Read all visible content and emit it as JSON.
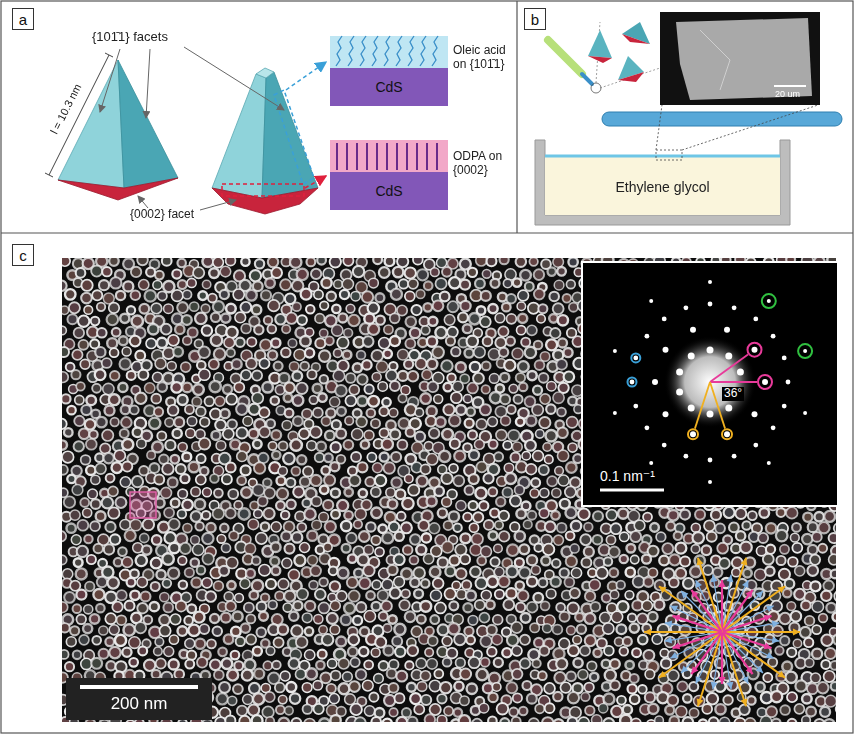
{
  "diagram": {
    "nodes": [
      {
        "text": [
          "a"
        ]
      },
      {
        "text": [
          "CdS"
        ]
      },
      {
        "text": [
          "CdS"
        ]
      },
      {
        "text": [
          "b"
        ]
      },
      {
        "text": [
          "Ethylene glycol"
        ]
      },
      {
        "text": [
          "c"
        ]
      }
    ],
    "labels": [
      "{101̄1} facets",
      "l = 10.3 nm",
      "{0002} facet",
      "Oleic acid on {101̄1}",
      "ODPA on {0002}",
      "20 um",
      "200 nm",
      "0.1 nm⁻¹",
      "36°"
    ]
  }
}
